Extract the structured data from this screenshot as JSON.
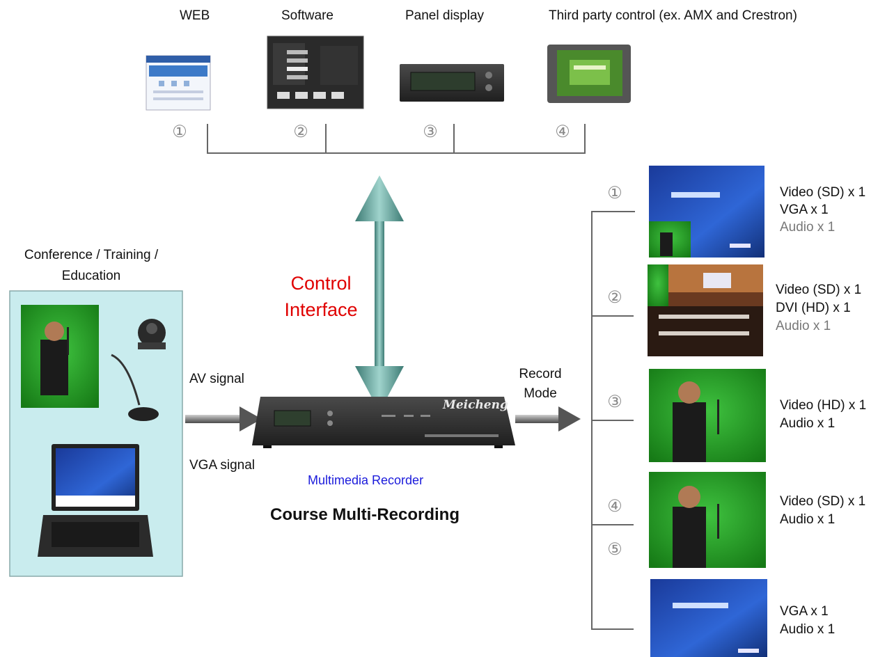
{
  "control_methods": [
    {
      "label": "WEB",
      "number": "①",
      "icon": "web-browser-screenshot"
    },
    {
      "label": "Software",
      "number": "②",
      "icon": "software-ui-screenshot"
    },
    {
      "label": "Panel display",
      "number": "③",
      "icon": "front-panel-lcd"
    },
    {
      "label": "Third party control (ex. AMX and Crestron)",
      "number": "④",
      "icon": "touch-panel"
    }
  ],
  "control_interface": {
    "line1": "Control",
    "line2": "Interface",
    "color": "#e00000"
  },
  "source": {
    "title_line1": "Conference / Training /",
    "title_line2": "Education",
    "panel_color": "#c9ecee"
  },
  "signals": {
    "av": "AV signal",
    "vga": "VGA signal"
  },
  "recorder": {
    "brand": "Meicheng",
    "caption": "Multimedia Recorder",
    "caption_color": "#1a1adb"
  },
  "diagram_title": "Course Multi-Recording",
  "record_mode": {
    "line1": "Record",
    "line2": "Mode"
  },
  "modes": [
    {
      "number": "①",
      "lines": [
        "Video (SD) x 1",
        "VGA x 1",
        "Audio x 1"
      ],
      "thumb": "slide-with-speaker-inset"
    },
    {
      "number": "②",
      "lines": [
        "Video (SD) x 1",
        "DVI (HD) x 1",
        "Audio x 1"
      ],
      "thumb": "conference-hall"
    },
    {
      "number": "③",
      "lines": [
        "Video (HD) x 1",
        "Audio x 1"
      ],
      "thumb": "speaker-green"
    },
    {
      "number": "④",
      "lines": [
        "Video (SD) x 1",
        "Audio x 1"
      ],
      "thumb": "speaker-green"
    },
    {
      "number": "⑤",
      "lines": [
        "VGA x 1",
        "Audio x 1"
      ],
      "thumb": "presentation-slide"
    }
  ]
}
